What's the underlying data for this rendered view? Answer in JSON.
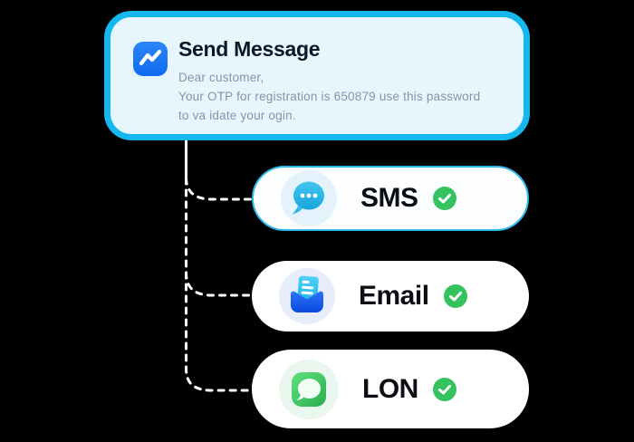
{
  "page": {
    "background": "#000000"
  },
  "message_card": {
    "title": "Send Message",
    "lines": [
      "Dear customer,",
      "Your OTP for registration is 650879 use this password",
      "to va idate your ogin."
    ],
    "icon": "trend-message-icon",
    "border_color": "#15b8ee",
    "background": "#e7f6fd",
    "icon_bg": "#1a78f2"
  },
  "channels": [
    {
      "id": "sms",
      "label": "SMS",
      "icon": "sms-chat-bubble-icon",
      "status_icon": "check-icon",
      "border_color": "#2bb9ea",
      "icon_circle_bg": "#e4f3fb"
    },
    {
      "id": "email",
      "label": "Email",
      "icon": "email-envelope-icon",
      "status_icon": "check-icon",
      "icon_circle_bg": "#e8edfb"
    },
    {
      "id": "lon",
      "label": "LON",
      "icon": "green-message-icon",
      "status_icon": "check-icon",
      "icon_circle_bg": "#e9f7ef"
    }
  ],
  "colors": {
    "accent_cyan": "#15b8ee",
    "check_green": "#35c35f",
    "connector_line": "#ffffff",
    "title_text": "#0e1726",
    "body_text": "#8593a8",
    "label_text": "#0b0e13",
    "messenger_blue": "#1a78f2",
    "sms_bubble_cyan": "#29b5e4",
    "email_envelope_blue": "#1d5cee",
    "email_paper_cyan": "#38c6f3",
    "lon_green": "#3fc463"
  }
}
